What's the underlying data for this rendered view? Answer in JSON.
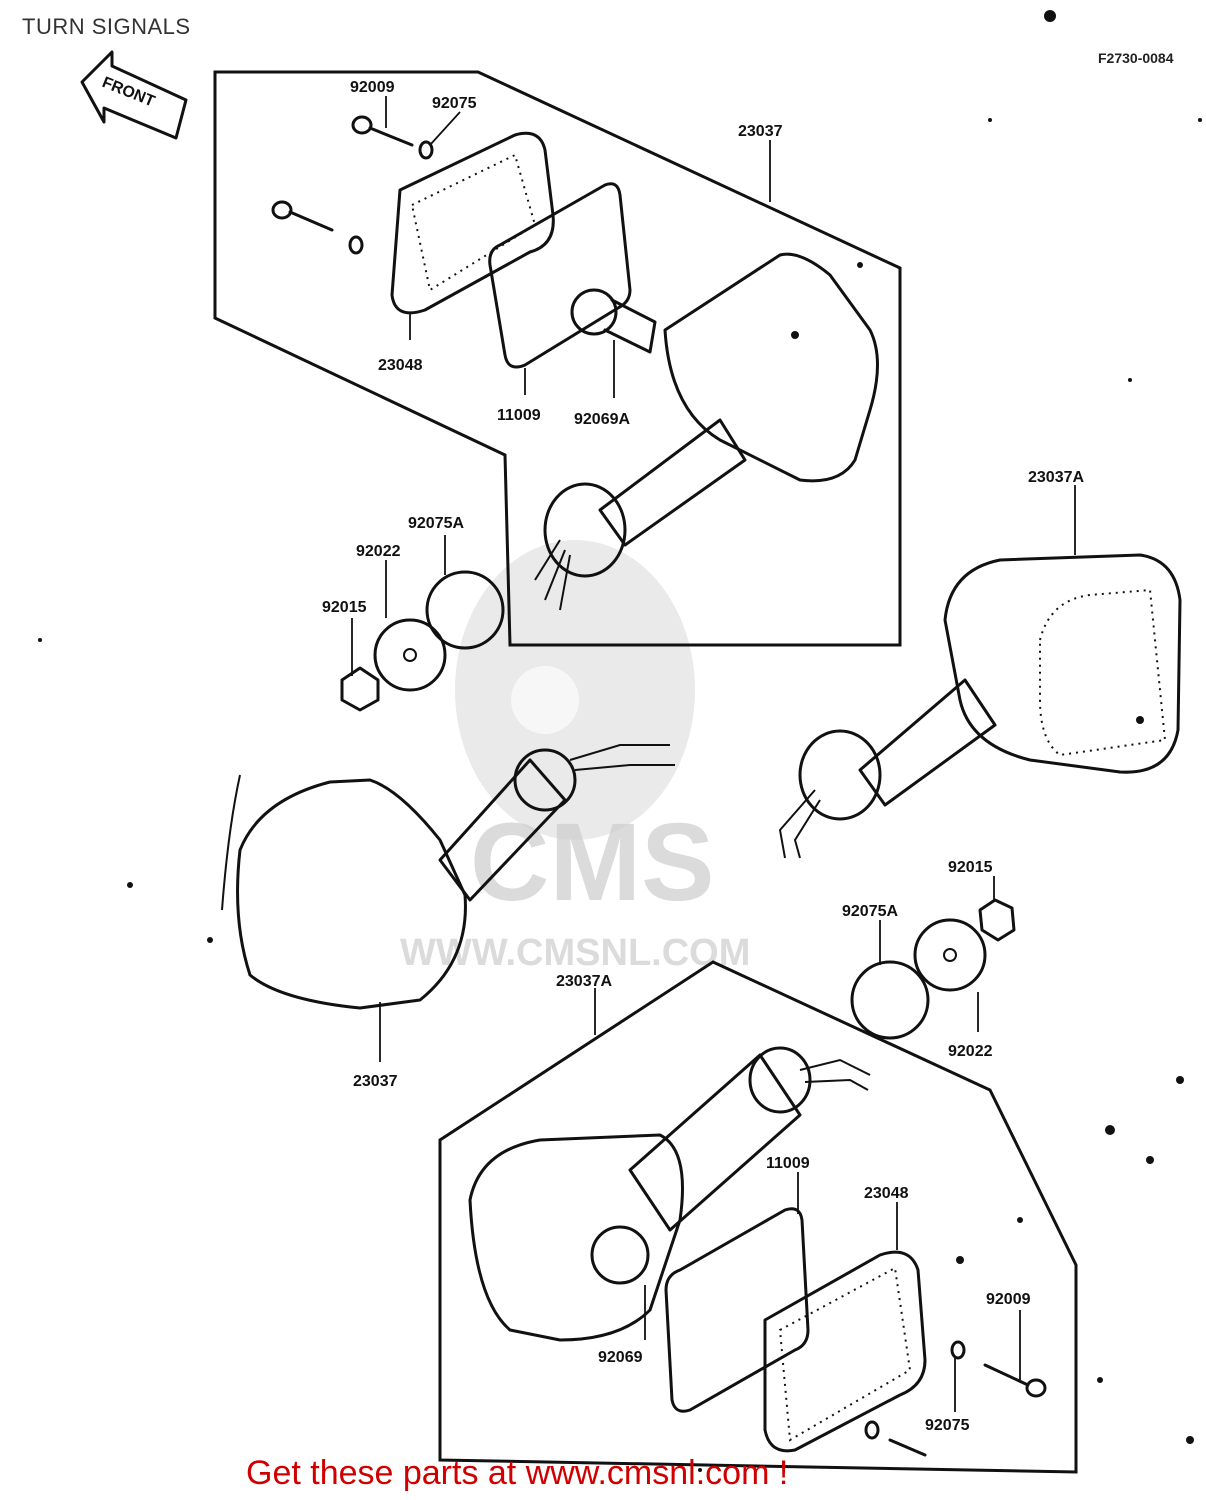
{
  "title": "TURN SIGNALS",
  "figure_code": "F2730-0084",
  "front_label": "FRONT",
  "watermark": {
    "brand": "CMS",
    "url": "WWW.CMSNL.COM"
  },
  "promo_text": "Get these parts at www.cmsnl.com !",
  "part_labels": [
    "92009",
    "92075",
    "23037",
    "23048",
    "11009",
    "92069A",
    "23037A",
    "92075A",
    "92022",
    "92015",
    "92015",
    "92075A",
    "92022",
    "23037",
    "23037A",
    "11009",
    "23048",
    "92009",
    "92069",
    "92075"
  ],
  "colors": {
    "promo": "#d10000",
    "line": "#111111"
  }
}
